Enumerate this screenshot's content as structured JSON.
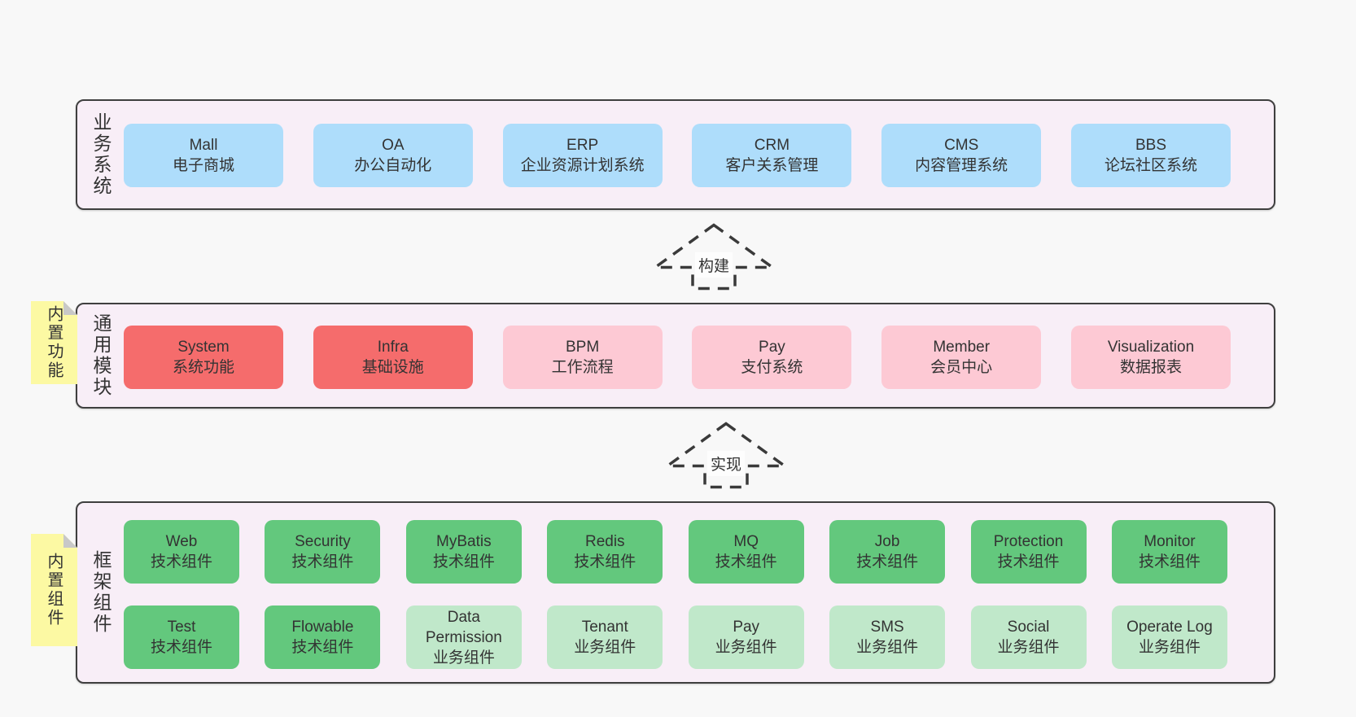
{
  "canvas": {
    "background": "#f8f8f8"
  },
  "colors": {
    "canvas_bg": "#f8f8f8",
    "panel_fill": "#f8eef7",
    "panel_border": "#3f3f3f",
    "box_blue": "#aeddfb",
    "box_red": "#f56c6c",
    "box_pink": "#fdc9d4",
    "box_green": "#63c87d",
    "box_green_light": "#c0e8ca",
    "note_yellow": "#fcf9a3",
    "note_fold": "#c8c8c8",
    "text": "#333333"
  },
  "sections": {
    "business": {
      "label": "业务系统",
      "boxes": [
        {
          "name": "Mall",
          "desc": "电子商城"
        },
        {
          "name": "OA",
          "desc": "办公自动化"
        },
        {
          "name": "ERP",
          "desc": "企业资源计划系统"
        },
        {
          "name": "CRM",
          "desc": "客户关系管理"
        },
        {
          "name": "CMS",
          "desc": "内容管理系统"
        },
        {
          "name": "BBS",
          "desc": "论坛社区系统"
        }
      ]
    },
    "modules": {
      "label": "通用模块",
      "note": "内置功能",
      "boxes": [
        {
          "name": "System",
          "desc": "系统功能",
          "variant": "red"
        },
        {
          "name": "Infra",
          "desc": "基础设施",
          "variant": "red"
        },
        {
          "name": "BPM",
          "desc": "工作流程",
          "variant": "pink"
        },
        {
          "name": "Pay",
          "desc": "支付系统",
          "variant": "pink"
        },
        {
          "name": "Member",
          "desc": "会员中心",
          "variant": "pink"
        },
        {
          "name": "Visualization",
          "desc": "数据报表",
          "variant": "pink"
        }
      ]
    },
    "framework": {
      "label": "框架组件",
      "note": "内置组件",
      "row1": [
        {
          "name": "Web",
          "desc": "技术组件",
          "variant": "green"
        },
        {
          "name": "Security",
          "desc": "技术组件",
          "variant": "green"
        },
        {
          "name": "MyBatis",
          "desc": "技术组件",
          "variant": "green"
        },
        {
          "name": "Redis",
          "desc": "技术组件",
          "variant": "green"
        },
        {
          "name": "MQ",
          "desc": "技术组件",
          "variant": "green"
        },
        {
          "name": "Job",
          "desc": "技术组件",
          "variant": "green"
        },
        {
          "name": "Protection",
          "desc": "技术组件",
          "variant": "green"
        },
        {
          "name": "Monitor",
          "desc": "技术组件",
          "variant": "green"
        }
      ],
      "row2": [
        {
          "name": "Test",
          "desc": "技术组件",
          "variant": "green"
        },
        {
          "name": "Flowable",
          "desc": "技术组件",
          "variant": "green"
        },
        {
          "name": "Data Permission",
          "desc": "业务组件",
          "variant": "green-light"
        },
        {
          "name": "Tenant",
          "desc": "业务组件",
          "variant": "green-light"
        },
        {
          "name": "Pay",
          "desc": "业务组件",
          "variant": "green-light"
        },
        {
          "name": "SMS",
          "desc": "业务组件",
          "variant": "green-light"
        },
        {
          "name": "Social",
          "desc": "业务组件",
          "variant": "green-light"
        },
        {
          "name": "Operate Log",
          "desc": "业务组件",
          "variant": "green-light"
        }
      ]
    }
  },
  "arrows": {
    "build": "构建",
    "implement": "实现"
  }
}
